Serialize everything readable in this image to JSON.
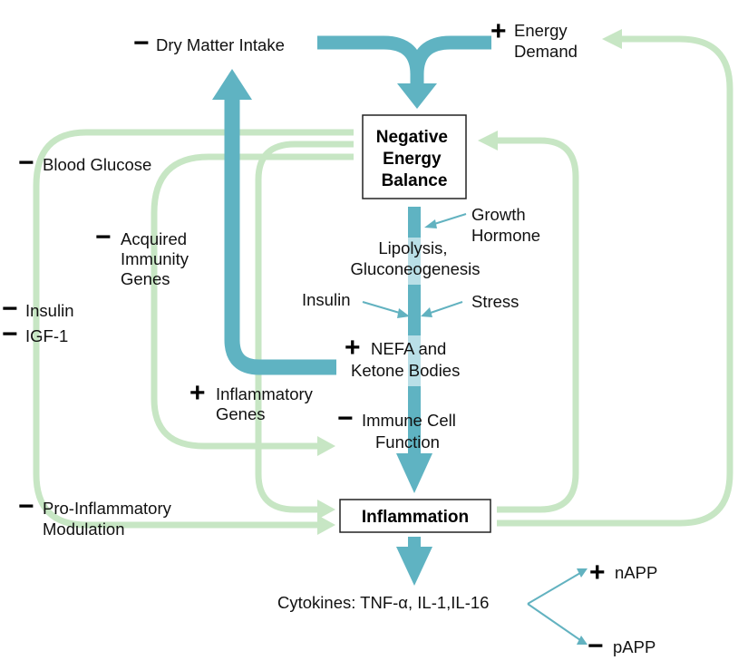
{
  "colors": {
    "teal": "#5fb3c2",
    "light_teal": "#b9dfe7",
    "green": "#c7e6c4",
    "thin_arrow": "#62b2c0",
    "box_border": "#222222",
    "text": "#111111"
  },
  "nodes": {
    "negative_energy_balance": [
      "Negative",
      "Energy",
      "Balance"
    ],
    "inflammation": "Inflammation"
  },
  "labels": {
    "dry_matter_intake": {
      "sign": "−",
      "lines": [
        "Dry Matter Intake"
      ]
    },
    "energy_demand": {
      "sign": "+",
      "lines": [
        "Energy",
        "Demand"
      ]
    },
    "blood_glucose": {
      "sign": "−",
      "lines": [
        "Blood Glucose"
      ]
    },
    "acquired_immunity_genes": {
      "sign": "−",
      "lines": [
        "Acquired",
        "Immunity",
        "Genes"
      ]
    },
    "insulin_left": {
      "sign": "−",
      "lines": [
        "Insulin"
      ]
    },
    "igf1": {
      "sign": "−",
      "lines": [
        "IGF-1"
      ]
    },
    "inflammatory_genes": {
      "sign": "+",
      "lines": [
        "Inflammatory",
        "Genes"
      ]
    },
    "pro_inflammatory_modulation": {
      "sign": "−",
      "lines": [
        "Pro-Inflammatory",
        "Modulation"
      ]
    },
    "growth_hormone": {
      "sign": "",
      "lines": [
        "Growth",
        "Hormone"
      ]
    },
    "lipolysis": {
      "sign": "",
      "lines": [
        "Lipolysis,",
        "Gluconeogenesis"
      ]
    },
    "insulin_center": {
      "sign": "",
      "lines": [
        "Insulin"
      ]
    },
    "stress": {
      "sign": "",
      "lines": [
        "Stress"
      ]
    },
    "nefa_ketone": {
      "sign": "+",
      "lines": [
        "NEFA and",
        "Ketone Bodies"
      ]
    },
    "immune_cell_function": {
      "sign": "−",
      "lines": [
        "Immune Cell",
        "Function"
      ]
    },
    "cytokines": {
      "sign": "",
      "lines": [
        "Cytokines: TNF-α, IL-1,IL-16"
      ]
    },
    "napp": {
      "sign": "+",
      "lines": [
        "nAPP"
      ]
    },
    "papp": {
      "sign": "−",
      "lines": [
        "pAPP"
      ]
    }
  }
}
